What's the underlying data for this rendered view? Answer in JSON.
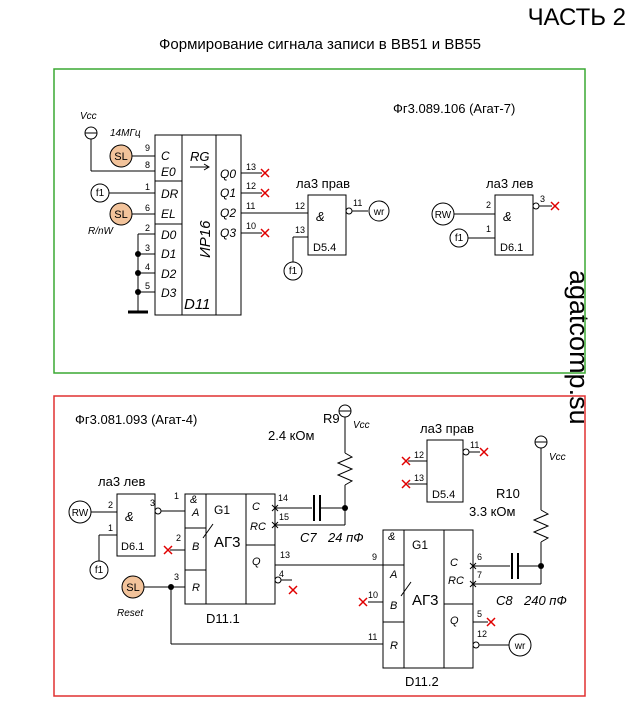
{
  "header": {
    "part": "ЧАСТЬ 2",
    "title": "Формирование сигнала записи в ВВ51 и ВВ55"
  },
  "side_text": "agatcomp.su",
  "colors": {
    "top_frame": "#3aa832",
    "bottom_frame": "#e03030",
    "nc_mark": "#e00000",
    "signal_source": "#f2c39b"
  },
  "top": {
    "ref": "Фг3.089.106 (Агат-7)",
    "vcc": "Vcc",
    "freq": "14МГц",
    "rnw": "R/nW",
    "ir16": {
      "type": "ИР16",
      "func": "RG",
      "name": "D11",
      "pins": {
        "C": "9",
        "E0": "8",
        "DR": "1",
        "EL": "6",
        "D0": "2",
        "D1": "3",
        "D2": "4",
        "D3": "5",
        "Q0": "13",
        "Q1": "12",
        "Q2": "11",
        "Q3": "10"
      },
      "labels": {
        "C": "C",
        "E0": "E0",
        "DR": "DR",
        "EL": "EL",
        "D0": "D0",
        "D1": "D1",
        "D2": "D2",
        "D3": "D3",
        "Q0": "Q0",
        "Q1": "Q1",
        "Q2": "Q2",
        "Q3": "Q3"
      }
    },
    "gate_right": {
      "title": "ла3 прав",
      "sym": "&",
      "name": "D5.4",
      "pins": {
        "in1": "12",
        "in2": "13",
        "out": "11"
      }
    },
    "gate_left": {
      "title": "ла3 лев",
      "sym": "&",
      "name": "D6.1",
      "pins": {
        "in1": "2",
        "in2": "1",
        "out": "3"
      }
    },
    "conn": {
      "sl": "SL",
      "f1": "f1",
      "wr": "wr",
      "rw": "RW"
    }
  },
  "bottom": {
    "ref": "Фг3.081.093 (Агат-4)",
    "vcc": "Vcc",
    "reset": "Reset",
    "r9": {
      "name": "R9",
      "value": "2.4 кОм"
    },
    "r10": {
      "name": "R10",
      "value": "3.3 кОм"
    },
    "c7": {
      "name": "C7",
      "value": "24 пФ"
    },
    "c8": {
      "name": "C8",
      "value": "240 пФ"
    },
    "gate_left": {
      "title": "ла3 лев",
      "sym": "&",
      "name": "D6.1",
      "pins": {
        "in1": "2",
        "in2": "1",
        "out": "3"
      }
    },
    "gate_right": {
      "title": "ла3 прав",
      "name": "D5.4",
      "pins": {
        "in1": "12",
        "in2": "13",
        "out": "11"
      }
    },
    "ag3_1": {
      "name": "D11.1",
      "func": "АГ3",
      "g": "G1",
      "pins": {
        "A": "1",
        "B": "2",
        "R": "3",
        "C": "14",
        "RC": "15",
        "Q": "13",
        "nQ": "4"
      }
    },
    "ag3_2": {
      "name": "D11.2",
      "func": "АГ3",
      "g": "G1",
      "pins": {
        "A": "9",
        "B": "10",
        "R": "11",
        "C": "6",
        "RC": "7",
        "Q": "5",
        "nQ": "12"
      }
    },
    "ag3_labels": {
      "amp": "&",
      "A": "A",
      "B": "B",
      "R": "R",
      "C": "C",
      "RC": "RC",
      "Q": "Q"
    },
    "conn": {
      "sl": "SL",
      "f1": "f1",
      "wr": "wr",
      "rw": "RW"
    }
  }
}
